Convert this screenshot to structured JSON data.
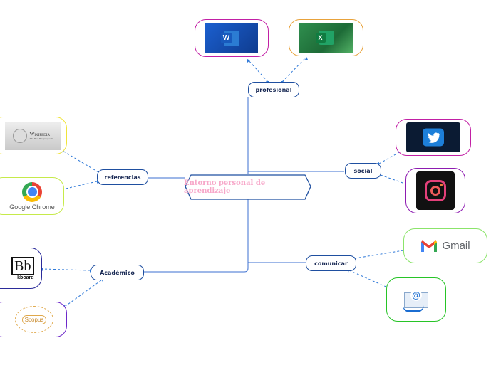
{
  "central_topic": "Entorno personal de aprendizaje",
  "branches": {
    "profesional": "profesional",
    "social": "social",
    "comunicar": "comunicar",
    "academico": "Académico",
    "referencias": "referencias"
  },
  "logos": {
    "word_letter": "W",
    "excel_letter": "X",
    "wikipedia_name": "Wikipedia",
    "wikipedia_tagline": "The Free Encyclopedia",
    "chrome_text_google": "Google",
    "chrome_text_chrome": "Chrome",
    "gmail_text": "Gmail",
    "email_symbol": "@",
    "blackboard_mark": "Bb",
    "blackboard_text": "kboard",
    "scopus_text": "Scopus"
  },
  "colors": {
    "node_border": "#1f4fa0",
    "connector": "#3b6fd1",
    "dashed": "#2f79d8",
    "central_text": "#f7a7c9",
    "magenta_frame": "#c21fa5",
    "orange_frame": "#e8a23b",
    "yellow_frame": "#f0e43a",
    "green_frame": "#27c427",
    "lime_frame": "#c6ea4a",
    "navy_frame": "#2b2b9a",
    "purple_frame": "#6d28c9"
  }
}
